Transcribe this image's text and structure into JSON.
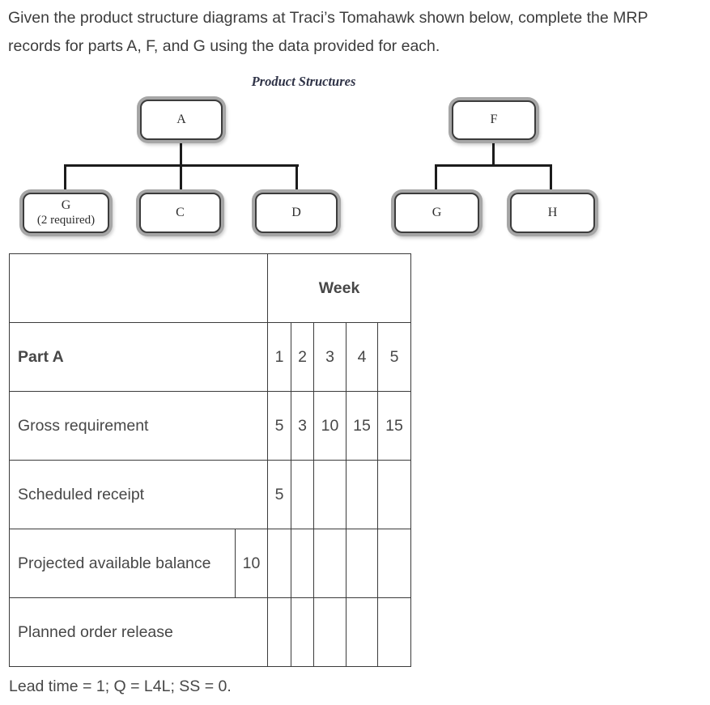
{
  "colors": {
    "page-bg": "#ffffff",
    "text-main": "#3d3d3d",
    "table-border": "#3b3b3b",
    "table-text": "#474747",
    "diagram-line": "#1c1c1c",
    "diagram-text": "#2e2e2e",
    "box-ring": "#a6a6a6",
    "box-border": "#3c3c3c"
  },
  "intro": "Given the product structure diagrams at Traci’s Tomahawk shown below, complete the MRP records for parts A, F, and G using the data provided for each.",
  "diagram": {
    "title": "Product Structures",
    "boxes": {
      "a": {
        "label": "A"
      },
      "g_left": {
        "label": "G",
        "note": "(2 required)"
      },
      "c": {
        "label": "C"
      },
      "d": {
        "label": "D"
      },
      "f": {
        "label": "F"
      },
      "g_right": {
        "label": "G"
      },
      "h": {
        "label": "H"
      }
    }
  },
  "table": {
    "week_header": "Week",
    "part_label": "Part A",
    "week_numbers": [
      "1",
      "2",
      "3",
      "4",
      "5"
    ],
    "rows": [
      {
        "label": "Gross requirement",
        "initial": "",
        "values": [
          "5",
          "3",
          "10",
          "15",
          "15"
        ]
      },
      {
        "label": "Scheduled receipt",
        "initial": "",
        "values": [
          "5",
          "",
          "",
          "",
          ""
        ]
      },
      {
        "label": "Projected available balance",
        "initial": "10",
        "values": [
          "",
          "",
          "",
          "",
          ""
        ]
      },
      {
        "label": "Planned order release",
        "initial": "",
        "values": [
          "",
          "",
          "",
          "",
          ""
        ]
      }
    ]
  },
  "footnote": "Lead time = 1; Q = L4L; SS = 0."
}
